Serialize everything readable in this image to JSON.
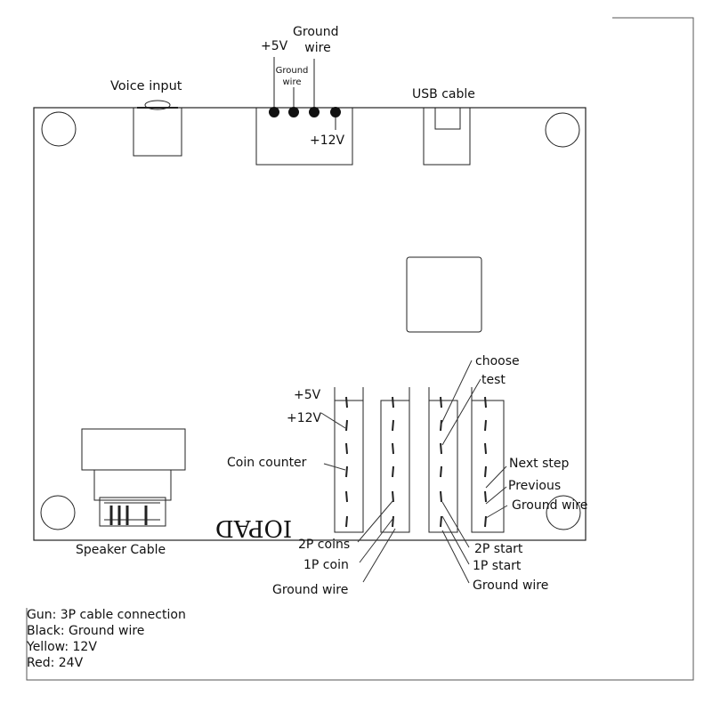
{
  "labels": {
    "voice_input": "Voice input",
    "plus5v_top": "+5V",
    "ground_wire_top": "Ground wire",
    "ground_wire_small": "Ground wire",
    "usb_cable": "USB cable",
    "plus12v_top": "+12V",
    "choose": "choose",
    "test": "test",
    "plus5v": "+5V",
    "plus12v": "+12V",
    "coin_counter": "Coin counter",
    "next_step": "Next step",
    "previous": "Previous",
    "ground_wire_right": "Ground wire",
    "board_logo": "IOPAD",
    "speaker_cable": "Speaker Cable",
    "p2_coins": "2P coins",
    "p1_coin": "1P coin",
    "ground_wire_left": "Ground wire",
    "p2_start": "2P start",
    "p1_start": "1P start",
    "ground_wire_bottom": "Ground wire"
  },
  "legend": [
    "Gun: 3P cable connection",
    "Black: Ground wire",
    "Yellow: 12V",
    "Red: 24V"
  ]
}
